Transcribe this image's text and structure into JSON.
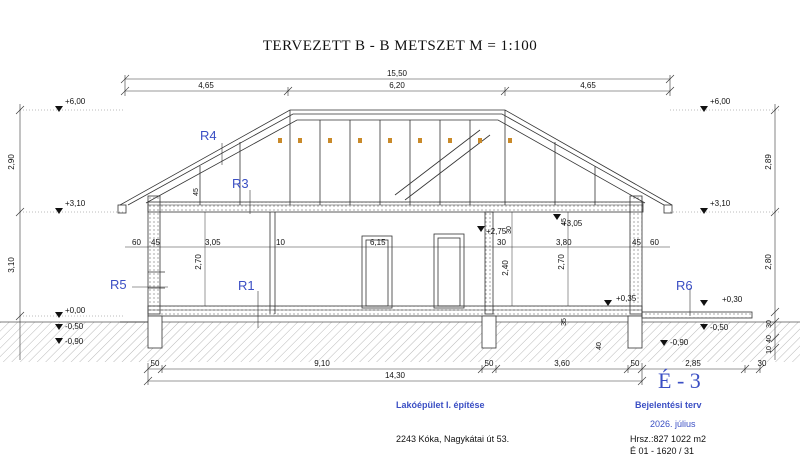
{
  "title": "TERVEZETT B - B METSZET  M = 1:100",
  "top_dims": {
    "overall": "15,50",
    "left": "4,65",
    "middle": "6,20",
    "right": "4,65"
  },
  "levels": {
    "ridge": "+6,00",
    "eave": "+3,10",
    "floor": "+0,00",
    "ground": "-0,50",
    "foundation": "-0,90"
  },
  "right_levels": {
    "ridge": "+6,00",
    "eave": "+3,10",
    "terrace": "+0,30",
    "ground": "-0,50",
    "foundation": "-0,90",
    "interior": "+0,35"
  },
  "left_vertical": {
    "upper": "2,90",
    "lower": "3,10"
  },
  "right_vertical": {
    "upper": "2,89",
    "mid": "2,80",
    "b1": "30",
    "b2": "40",
    "b3": "10"
  },
  "room_dims": {
    "d60": "60",
    "d45": "45",
    "d305": "3,05",
    "d10": "10",
    "d615": "6,15",
    "d30": "30",
    "d380": "3,80",
    "d45b": "45",
    "d60b": "60"
  },
  "heights": {
    "h270a": "2,70",
    "h240": "2,40",
    "h270b": "2,70",
    "h275": "+2,75",
    "h305": "+3,05",
    "h30": "30",
    "h45": "45",
    "h45b": "45",
    "h40": "40",
    "h35": "35"
  },
  "bottom_dims": {
    "d50a": "50",
    "d910": "9,10",
    "d50b": "50",
    "d360": "3,60",
    "d50c": "50",
    "d285": "2,85",
    "d30": "30",
    "total": "14,30"
  },
  "tags": {
    "r1": "R1",
    "r3": "R3",
    "r4": "R4",
    "r5": "R5",
    "r6": "R6"
  },
  "title_block": {
    "sheet_no": "É - 3",
    "project": "Lakóépület I. építése",
    "plan_type": "Bejelentési terv",
    "date": "2026. július",
    "address": "2243 Kóka, Nagykátai út 53.",
    "parcel": "Hrsz.:827    1022 m2",
    "plan_no": "É 01 - 1620 / 31"
  },
  "colors": {
    "tag_blue": "#3b4fc4",
    "line": "#222222",
    "hatch": "#8a8a8a"
  }
}
